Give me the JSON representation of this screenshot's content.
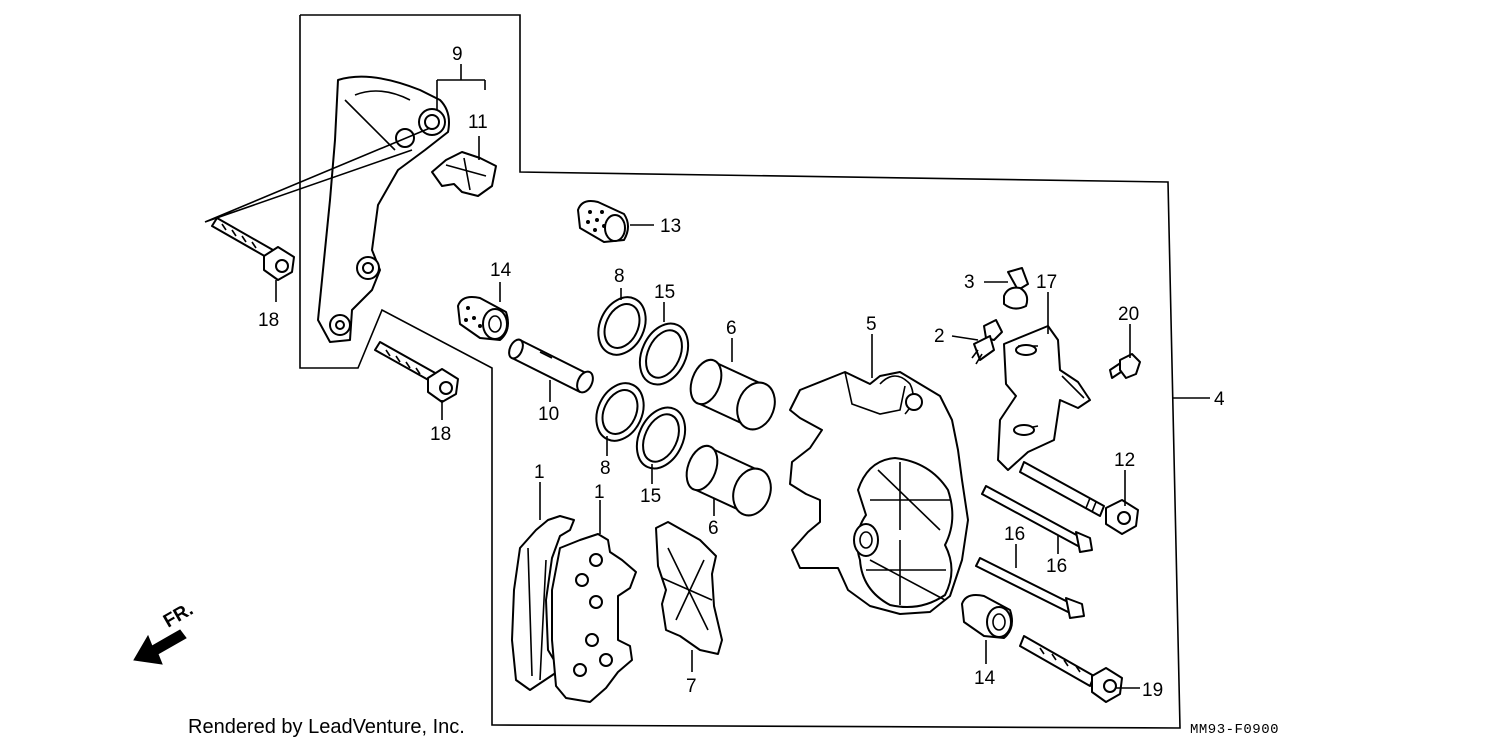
{
  "callouts": {
    "c1a": "1",
    "c1b": "1",
    "c2": "2",
    "c3": "3",
    "c4": "4",
    "c5": "5",
    "c6a": "6",
    "c6b": "6",
    "c7": "7",
    "c8a": "8",
    "c8b": "8",
    "c9": "9",
    "c10": "10",
    "c11": "11",
    "c12": "12",
    "c13": "13",
    "c14a": "14",
    "c14b": "14",
    "c15a": "15",
    "c15b": "15",
    "c16a": "16",
    "c16b": "16",
    "c17": "17",
    "c18a": "18",
    "c18b": "18",
    "c19": "19",
    "c20": "20"
  },
  "front_marker": "FR.",
  "credit": "Rendered by LeadVenture, Inc.",
  "diagram_code": "MM93-F0900"
}
